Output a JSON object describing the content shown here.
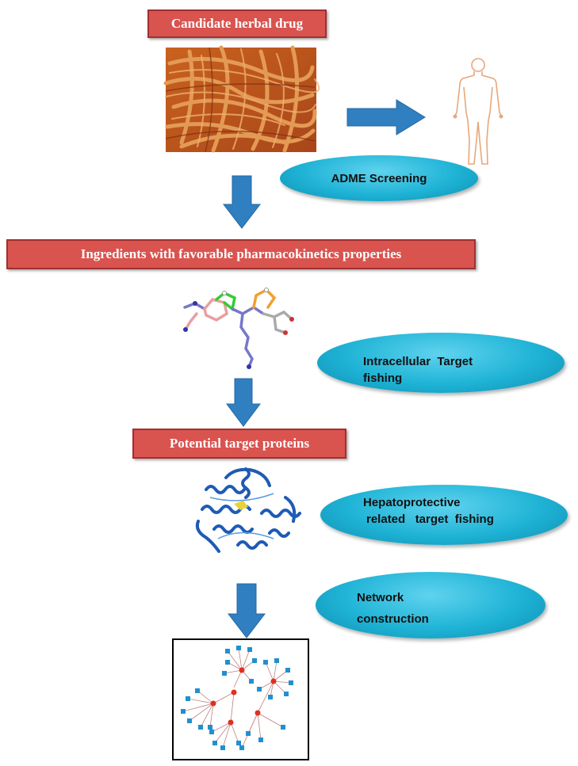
{
  "boxes": {
    "candidate": "Candidate herbal drug",
    "ingredients": "Ingredients with favorable pharmacokinetics properties",
    "targets": "Potential target proteins"
  },
  "ellipses": {
    "adme": "ADME Screening",
    "intracellular_line1": "Intracellular  Target",
    "intracellular_line2": "fishing",
    "hepato_line1": "Hepatoprotective",
    "hepato_line2": "related   target  fishing",
    "network_line1": "Network",
    "network_line2": "construction"
  },
  "colors": {
    "box_fill": "#d9534f",
    "ellipse_fill": "#1fb3d6",
    "arrow_fill": "#2f7fc1"
  },
  "icons": [
    "herb-photo",
    "human-body-icon",
    "molecule-icon",
    "protein-structure-icon",
    "network-graph-icon"
  ]
}
